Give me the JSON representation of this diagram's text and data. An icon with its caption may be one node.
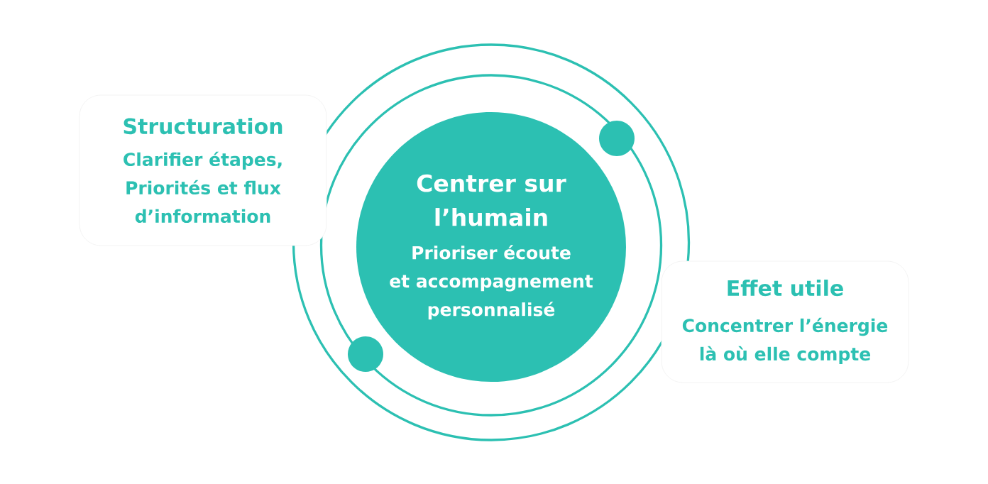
{
  "diagram": {
    "nodes": [
      {
        "text": [
          "Structuration",
          "Clarifier étapes, Priorités et flux d’information"
        ]
      },
      {
        "text": [
          "Centrer sur l’humain",
          "Prioriser écoute et accompagnement personnalisé"
        ]
      },
      {
        "text": [
          "Effet utile",
          "Concentrer l’énergie là où elle compte"
        ]
      }
    ]
  }
}
